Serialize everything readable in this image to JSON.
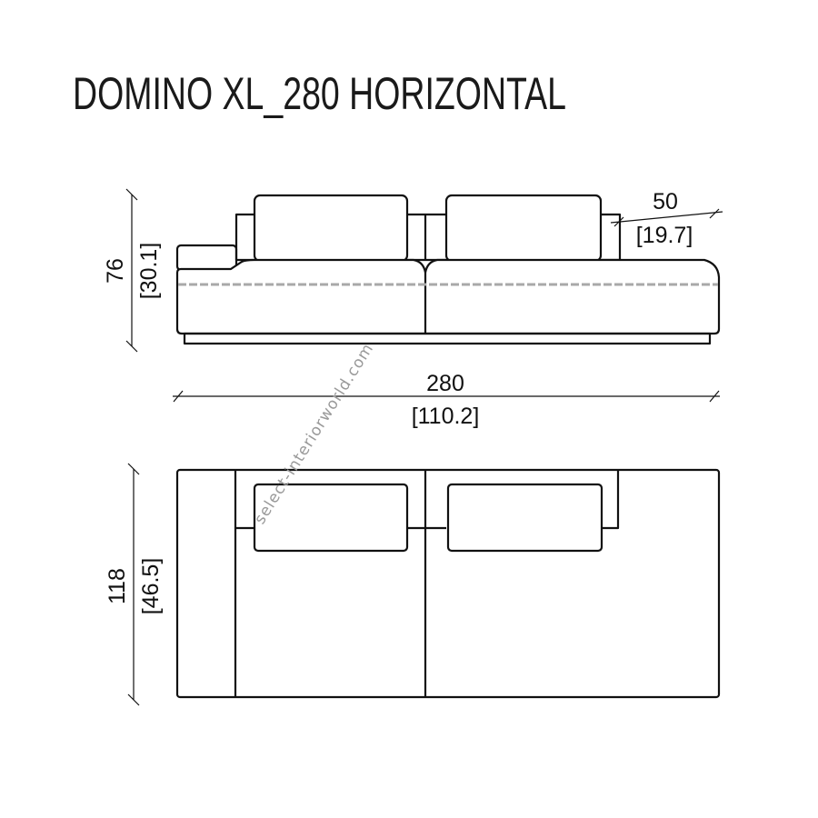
{
  "title": "DOMINO XL_280 HORIZONTAL",
  "front_view": {
    "height_cm": "76",
    "height_in": "[30.1]",
    "depth_back_cm": "50",
    "depth_back_in": "[19.7]",
    "width_cm": "280",
    "width_in": "[110.2]"
  },
  "top_view": {
    "depth_cm": "118",
    "depth_in": "[46.5]"
  },
  "watermark": "select-interiorworld.com"
}
